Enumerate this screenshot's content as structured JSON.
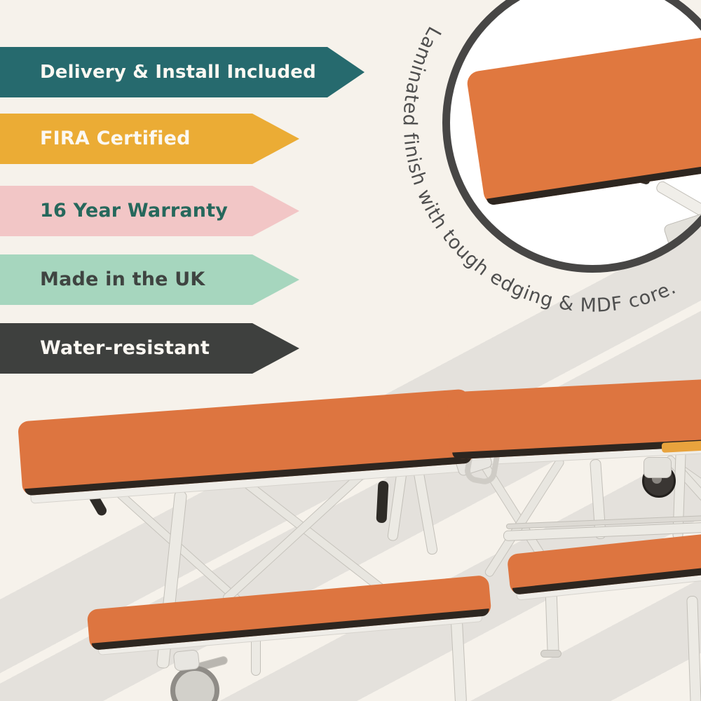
{
  "background": {
    "base": "#F6F2EB",
    "stripe": "#E4E1DC"
  },
  "banners": [
    {
      "id": "delivery",
      "label": "Delivery & Install Included",
      "bg": "#266A6E",
      "text_color": "#FBF8F2"
    },
    {
      "id": "fira",
      "label": "FIRA Certified",
      "bg": "#EBAC35",
      "text_color": "#FBF8F2"
    },
    {
      "id": "warranty",
      "label": "16 Year Warranty",
      "bg": "#F2C6C6",
      "text_color": "#26685C"
    },
    {
      "id": "uk",
      "label": "Made in the UK",
      "bg": "#A6D6BE",
      "text_color": "#3F4441"
    },
    {
      "id": "water",
      "label": "Water-resistant",
      "bg": "#3E403E",
      "text_color": "#FBF8F2"
    }
  ],
  "callout": {
    "text": "Laminated finish with tough edging & MDF core.",
    "text_color": "#4F4F4F",
    "ring_color": "#474645"
  },
  "product": {
    "surface_color": "#DD7540",
    "edge_color": "#2D2620",
    "frame_color": "#ECEAE4",
    "accent_color": "#E8A33D",
    "wheel_color": "#3A3633"
  }
}
